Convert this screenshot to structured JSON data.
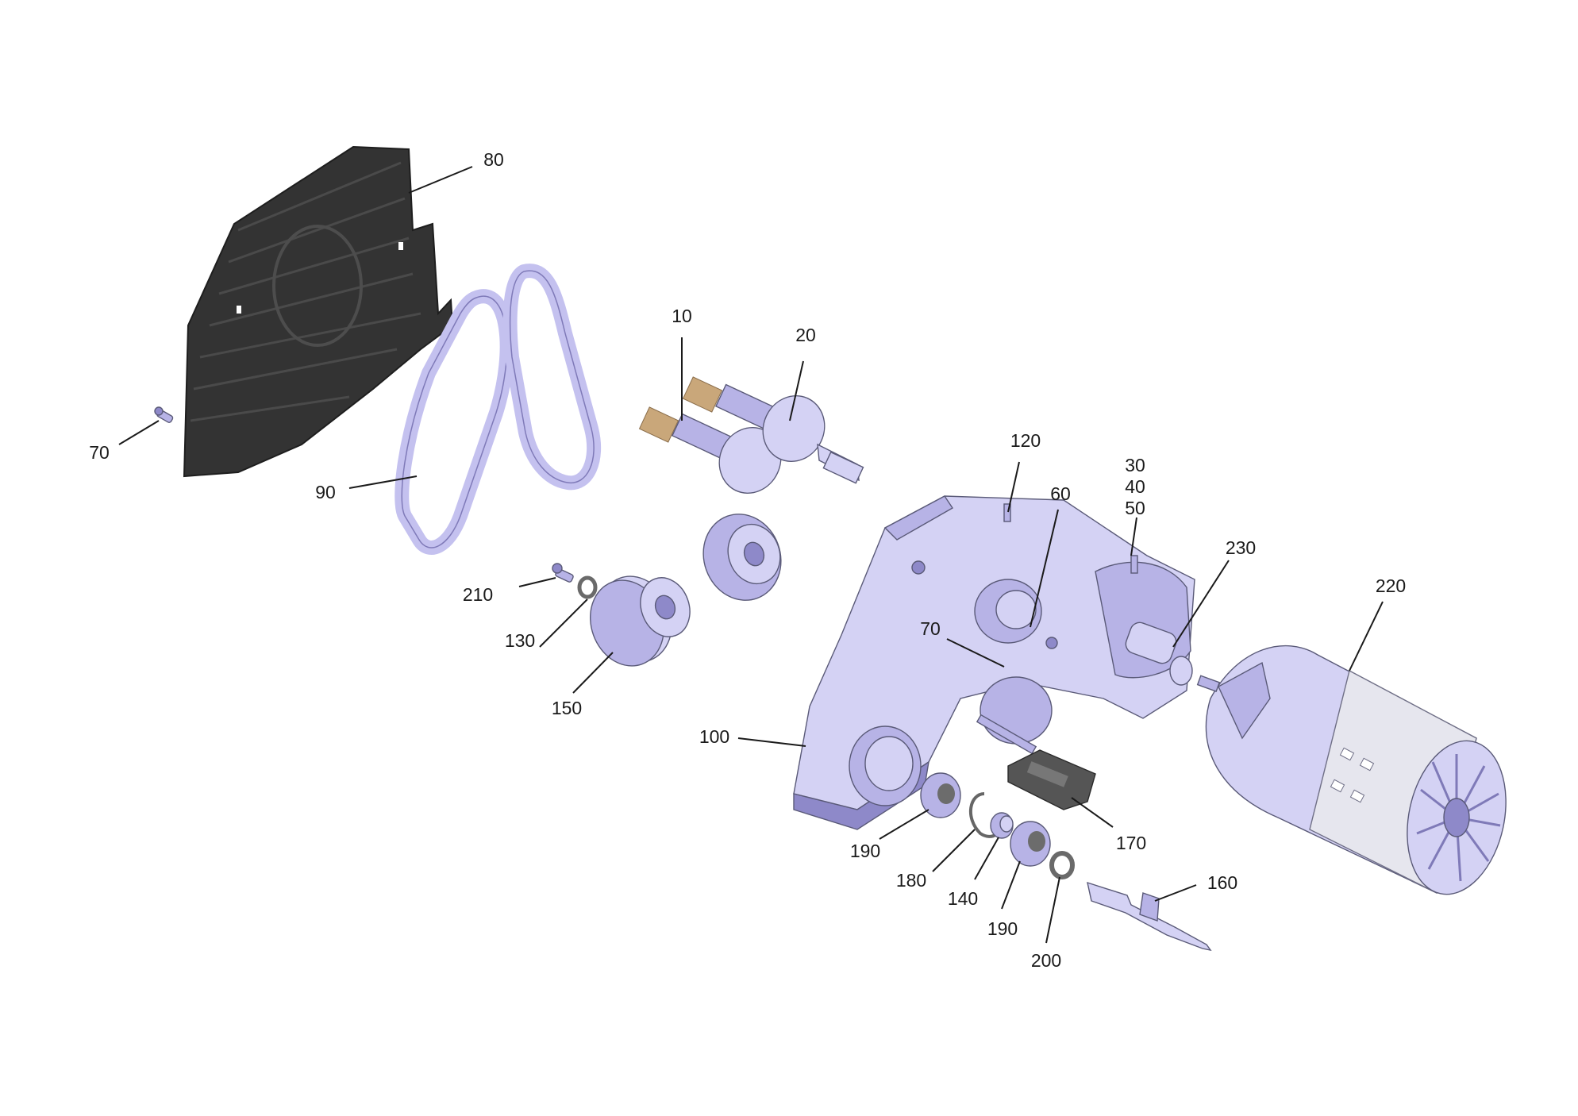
{
  "labels": {
    "p10": "10",
    "p20": "20",
    "p30": "30",
    "p40": "40",
    "p50": "50",
    "p60": "60",
    "p70a": "70",
    "p70b": "70",
    "p80": "80",
    "p90": "90",
    "p100": "100",
    "p120": "120",
    "p130": "130",
    "p140": "140",
    "p150": "150",
    "p160": "160",
    "p170": "170",
    "p180": "180",
    "p190a": "190",
    "p190b": "190",
    "p200": "200",
    "p210": "210",
    "p220": "220",
    "p230": "230"
  },
  "colors": {
    "part_fill": "#d4d2f4",
    "part_shade": "#8e89c9",
    "cover": "#333333",
    "brass": "#c9a77a",
    "leader": "#1a1a1a"
  }
}
